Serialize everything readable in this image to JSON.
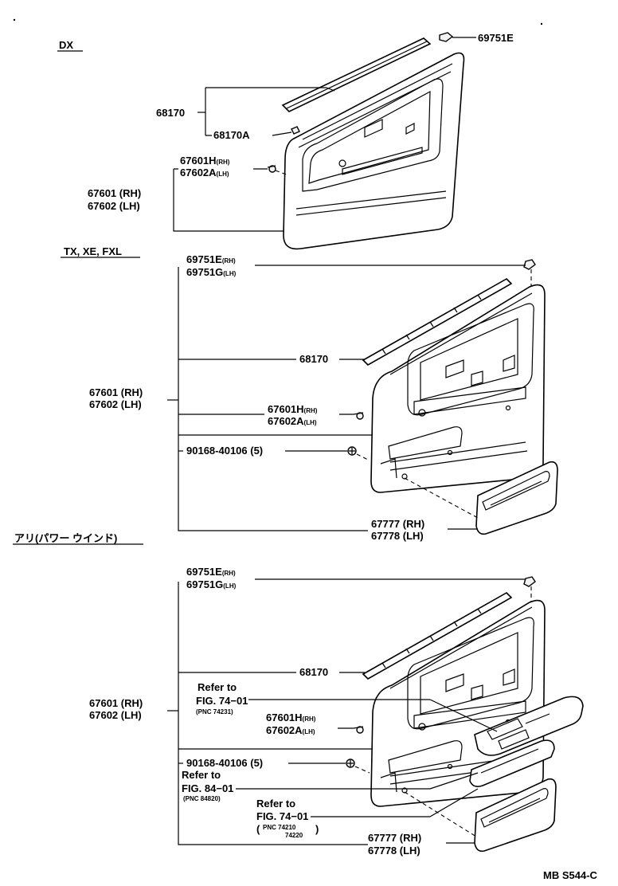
{
  "sections": {
    "dx": "DX",
    "tx": "TX, XE, FXL",
    "power": "アリ(パワー ウインド)"
  },
  "dx": {
    "clip_top": "69751E",
    "weatherstrip": "68170",
    "weatherstrip_a": "68170A",
    "clip_rh": "67601H",
    "clip_rh_tag": "(RH)",
    "clip_lh": "67602A",
    "clip_lh_tag": "(LH)",
    "panel_rh": "67601 (RH)",
    "panel_lh": "67602 (LH)"
  },
  "tx": {
    "clip_rh": "69751E",
    "clip_rh_tag": "(RH)",
    "clip_lh": "69751G",
    "clip_lh_tag": "(LH)",
    "weatherstrip": "68170",
    "panel_rh": "67601 (RH)",
    "panel_lh": "67602 (LH)",
    "pin_rh": "67601H",
    "pin_rh_tag": "(RH)",
    "pin_lh": "67602A",
    "pin_lh_tag": "(LH)",
    "screw": "90168-40106 (5)",
    "armrest_rh": "67777 (RH)",
    "armrest_lh": "67778 (LH)"
  },
  "pw": {
    "clip_rh": "69751E",
    "clip_rh_tag": "(RH)",
    "clip_lh": "69751G",
    "clip_lh_tag": "(LH)",
    "weatherstrip": "68170",
    "panel_rh": "67601 (RH)",
    "panel_lh": "67602 (LH)",
    "ref1_a": "Refer to",
    "ref1_b": "FIG. 74−01",
    "ref1_c": "(PNC 74231)",
    "pin_rh": "67601H",
    "pin_rh_tag": "(RH)",
    "pin_lh": "67602A",
    "pin_lh_tag": "(LH)",
    "screw": "90168-40106 (5)",
    "ref2_a": "Refer to",
    "ref2_b": "FIG. 84−01",
    "ref2_c": "(PNC 84820)",
    "ref3_a": "Refer to",
    "ref3_b": "FIG. 74−01",
    "ref3_c": "PNC 74210",
    "ref3_d": "74220",
    "armrest_rh": "67777 (RH)",
    "armrest_lh": "67778 (LH)"
  },
  "footer": "MB S544-C"
}
